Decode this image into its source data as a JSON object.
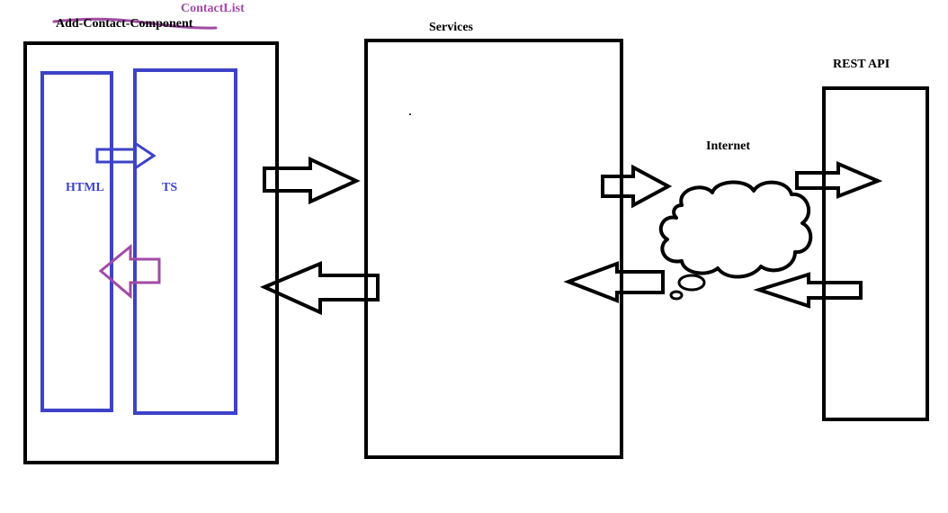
{
  "labels": {
    "component_old": "Add-Contact-Component",
    "component_new": "ContactList",
    "services": "Services",
    "rest_api": "REST API",
    "internet": "Internet",
    "html": "HTML",
    "ts": "TS"
  },
  "colors": {
    "black": "#000000",
    "blue": "#3d42c8",
    "purple": "#a24aa6"
  },
  "icons": {
    "internet": "cloud-icon"
  }
}
